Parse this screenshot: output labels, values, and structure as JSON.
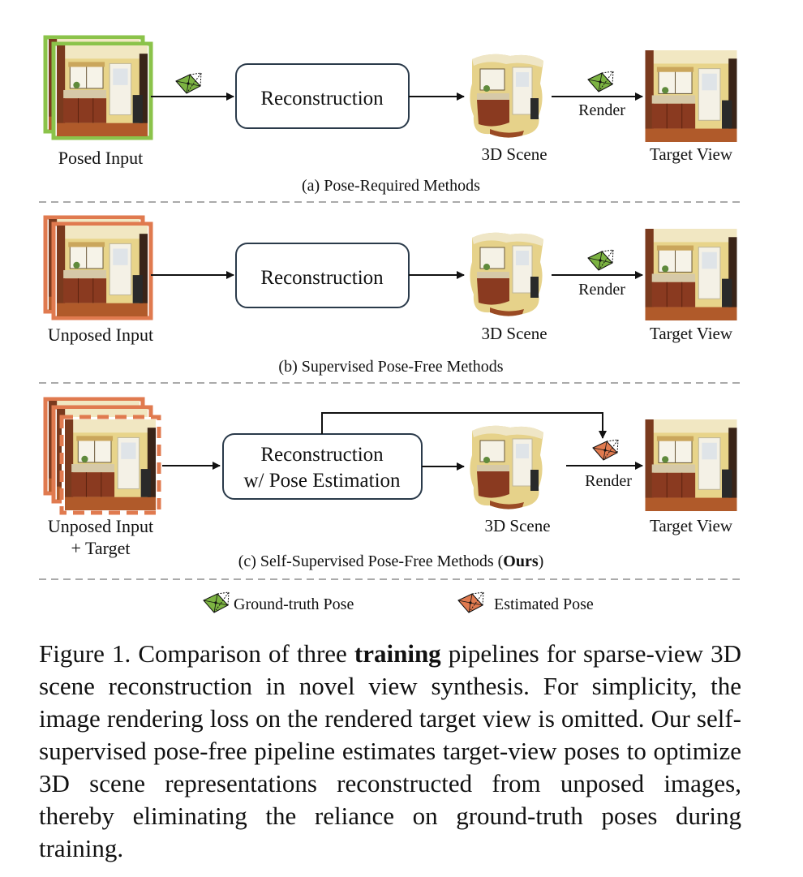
{
  "panels": [
    {
      "input_label": "Posed Input",
      "recon_label": "Reconstruction",
      "render_label": "Render",
      "scene_label": "3D Scene",
      "target_label": "Target View",
      "caption": "(a) Pose-Required Methods"
    },
    {
      "input_label": "Unposed Input",
      "recon_label": "Reconstruction",
      "render_label": "Render",
      "scene_label": "3D Scene",
      "target_label": "Target View",
      "caption": "(b) Supervised Pose-Free Methods"
    },
    {
      "input_label_line1": "Unposed Input",
      "input_label_line2": "+ Target",
      "recon_label_line1": "Reconstruction",
      "recon_label_line2": "w/ Pose Estimation",
      "render_label": "Render",
      "scene_label": "3D Scene",
      "target_label": "Target View",
      "caption_prefix": "(c) Self-Supervised Pose-Free Methods (",
      "caption_bold": "Ours",
      "caption_suffix": ")"
    }
  ],
  "legend": {
    "gt_pose": "Ground-truth Pose",
    "est_pose": "Estimated Pose"
  },
  "caption": {
    "part1": "Figure 1. Comparison of three ",
    "bold": "training",
    "part2": " pipelines for sparse-view 3D scene reconstruction in novel view synthesis. For simplicity, the image rendering loss on the rendered target view is omitted. Our self-supervised pose-free pipeline estimates target-view poses to optimize 3D scene representations reconstructed from unposed images, thereby eliminating the reliance on ground-truth poses during training."
  },
  "colors": {
    "gt_pose": "#7cb342",
    "est_pose": "#e07a4f",
    "posed_frame": "#8bc34a",
    "unposed_frame": "#e07a4f"
  },
  "icons": {
    "camera": "camera-frustum-icon",
    "kitchen": "kitchen-photo-icon"
  }
}
